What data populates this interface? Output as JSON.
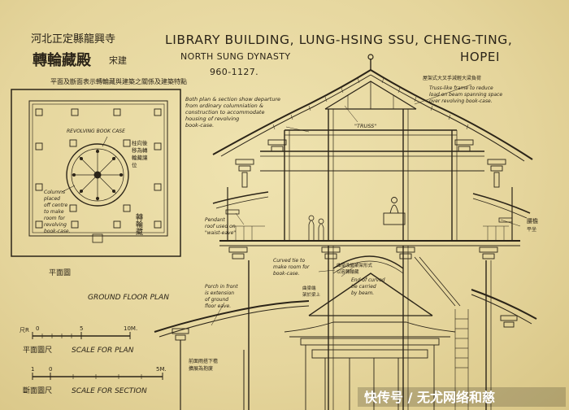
{
  "header": {
    "title_cn_line1": "河北正定縣龍興寺",
    "title_cn_line2": "轉輪藏殿",
    "title_cn_suffix": "宋建",
    "title_en_line1": "LIBRARY BUILDING, LUNG-HSING SSU, CHENG-TING,",
    "title_en_line2_left": "NORTH SUNG DYNASTY",
    "title_en_line2_right": "HOPEI",
    "dates": "960-1127.",
    "subtitle_cn": "平面及斷面表示轉輪藏與建築之關係及建築特點"
  },
  "notes": {
    "plan_note": [
      "Both plan & section show departure",
      "from ordinary columniation &",
      "construction to accommodate",
      "housing of revolving",
      "book-case."
    ],
    "revolving_case": "REVOLVING BOOK CASE",
    "revolving_case_cn": [
      "柱向後",
      "移為轉",
      "輪藏讓",
      "位"
    ],
    "columns_note": [
      "Columns",
      "placed",
      "off centre",
      "to make",
      "room for",
      "revolving",
      "book-case."
    ],
    "rotate_cn": "轉輪藏",
    "truss_label": "\"TRUSS\"",
    "truss_note": [
      "Truss-like frame to reduce",
      "load on beam spanning space",
      "over revolving book-case."
    ],
    "truss_note_cn": "屋架式大叉手減輕大梁負荷",
    "waist_eave": [
      "Pendant",
      "roof used on",
      "\"waist-eave\""
    ],
    "waist_eave_cn": [
      "腰檐",
      "平坐"
    ],
    "curved_tie": [
      "Curved tie to",
      "make room for",
      "book-case."
    ],
    "end_tie": [
      "End of curved",
      "tie carried",
      "by beam."
    ],
    "curved_cn": [
      "曲梁改變梁架形式",
      "以容轉輪藏"
    ],
    "curved_cn2": [
      "曲梁端",
      "架於梁上"
    ],
    "porch": [
      "Porch in front",
      "is extension",
      "of ground",
      "floor eave."
    ],
    "porch_cn": [
      "前面雨搭下檐",
      "擴展為抱廈"
    ],
    "ground_plan": "GROUND FLOOR PLAN",
    "ground_plan_cn": "平面圖"
  },
  "scales": {
    "plan_cn": "平面圖尺",
    "plan_label": "SCALE FOR PLAN",
    "plan_ticks": [
      "0",
      "5",
      "10M."
    ],
    "plan_start": "尺R",
    "section_cn": "斷面圖尺",
    "section_label": "SCALE FOR SECTION",
    "section_ticks": [
      "1",
      "0",
      "5M."
    ]
  },
  "watermark": "快传号 / 无尤网络和慈",
  "colors": {
    "paper": "#e7d9a2",
    "ink": "#2b2418"
  }
}
